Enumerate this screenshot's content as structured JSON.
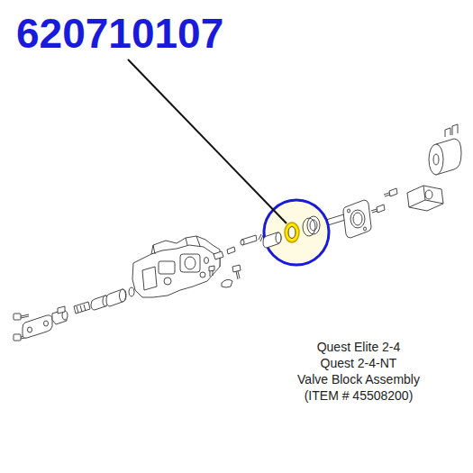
{
  "diagram": {
    "labels": [
      "620710107",
      "Quest Elite 2-4",
      "Quest 2-4-NT",
      "Valve Block Assembly",
      "(ITEM # 45508200)"
    ]
  }
}
